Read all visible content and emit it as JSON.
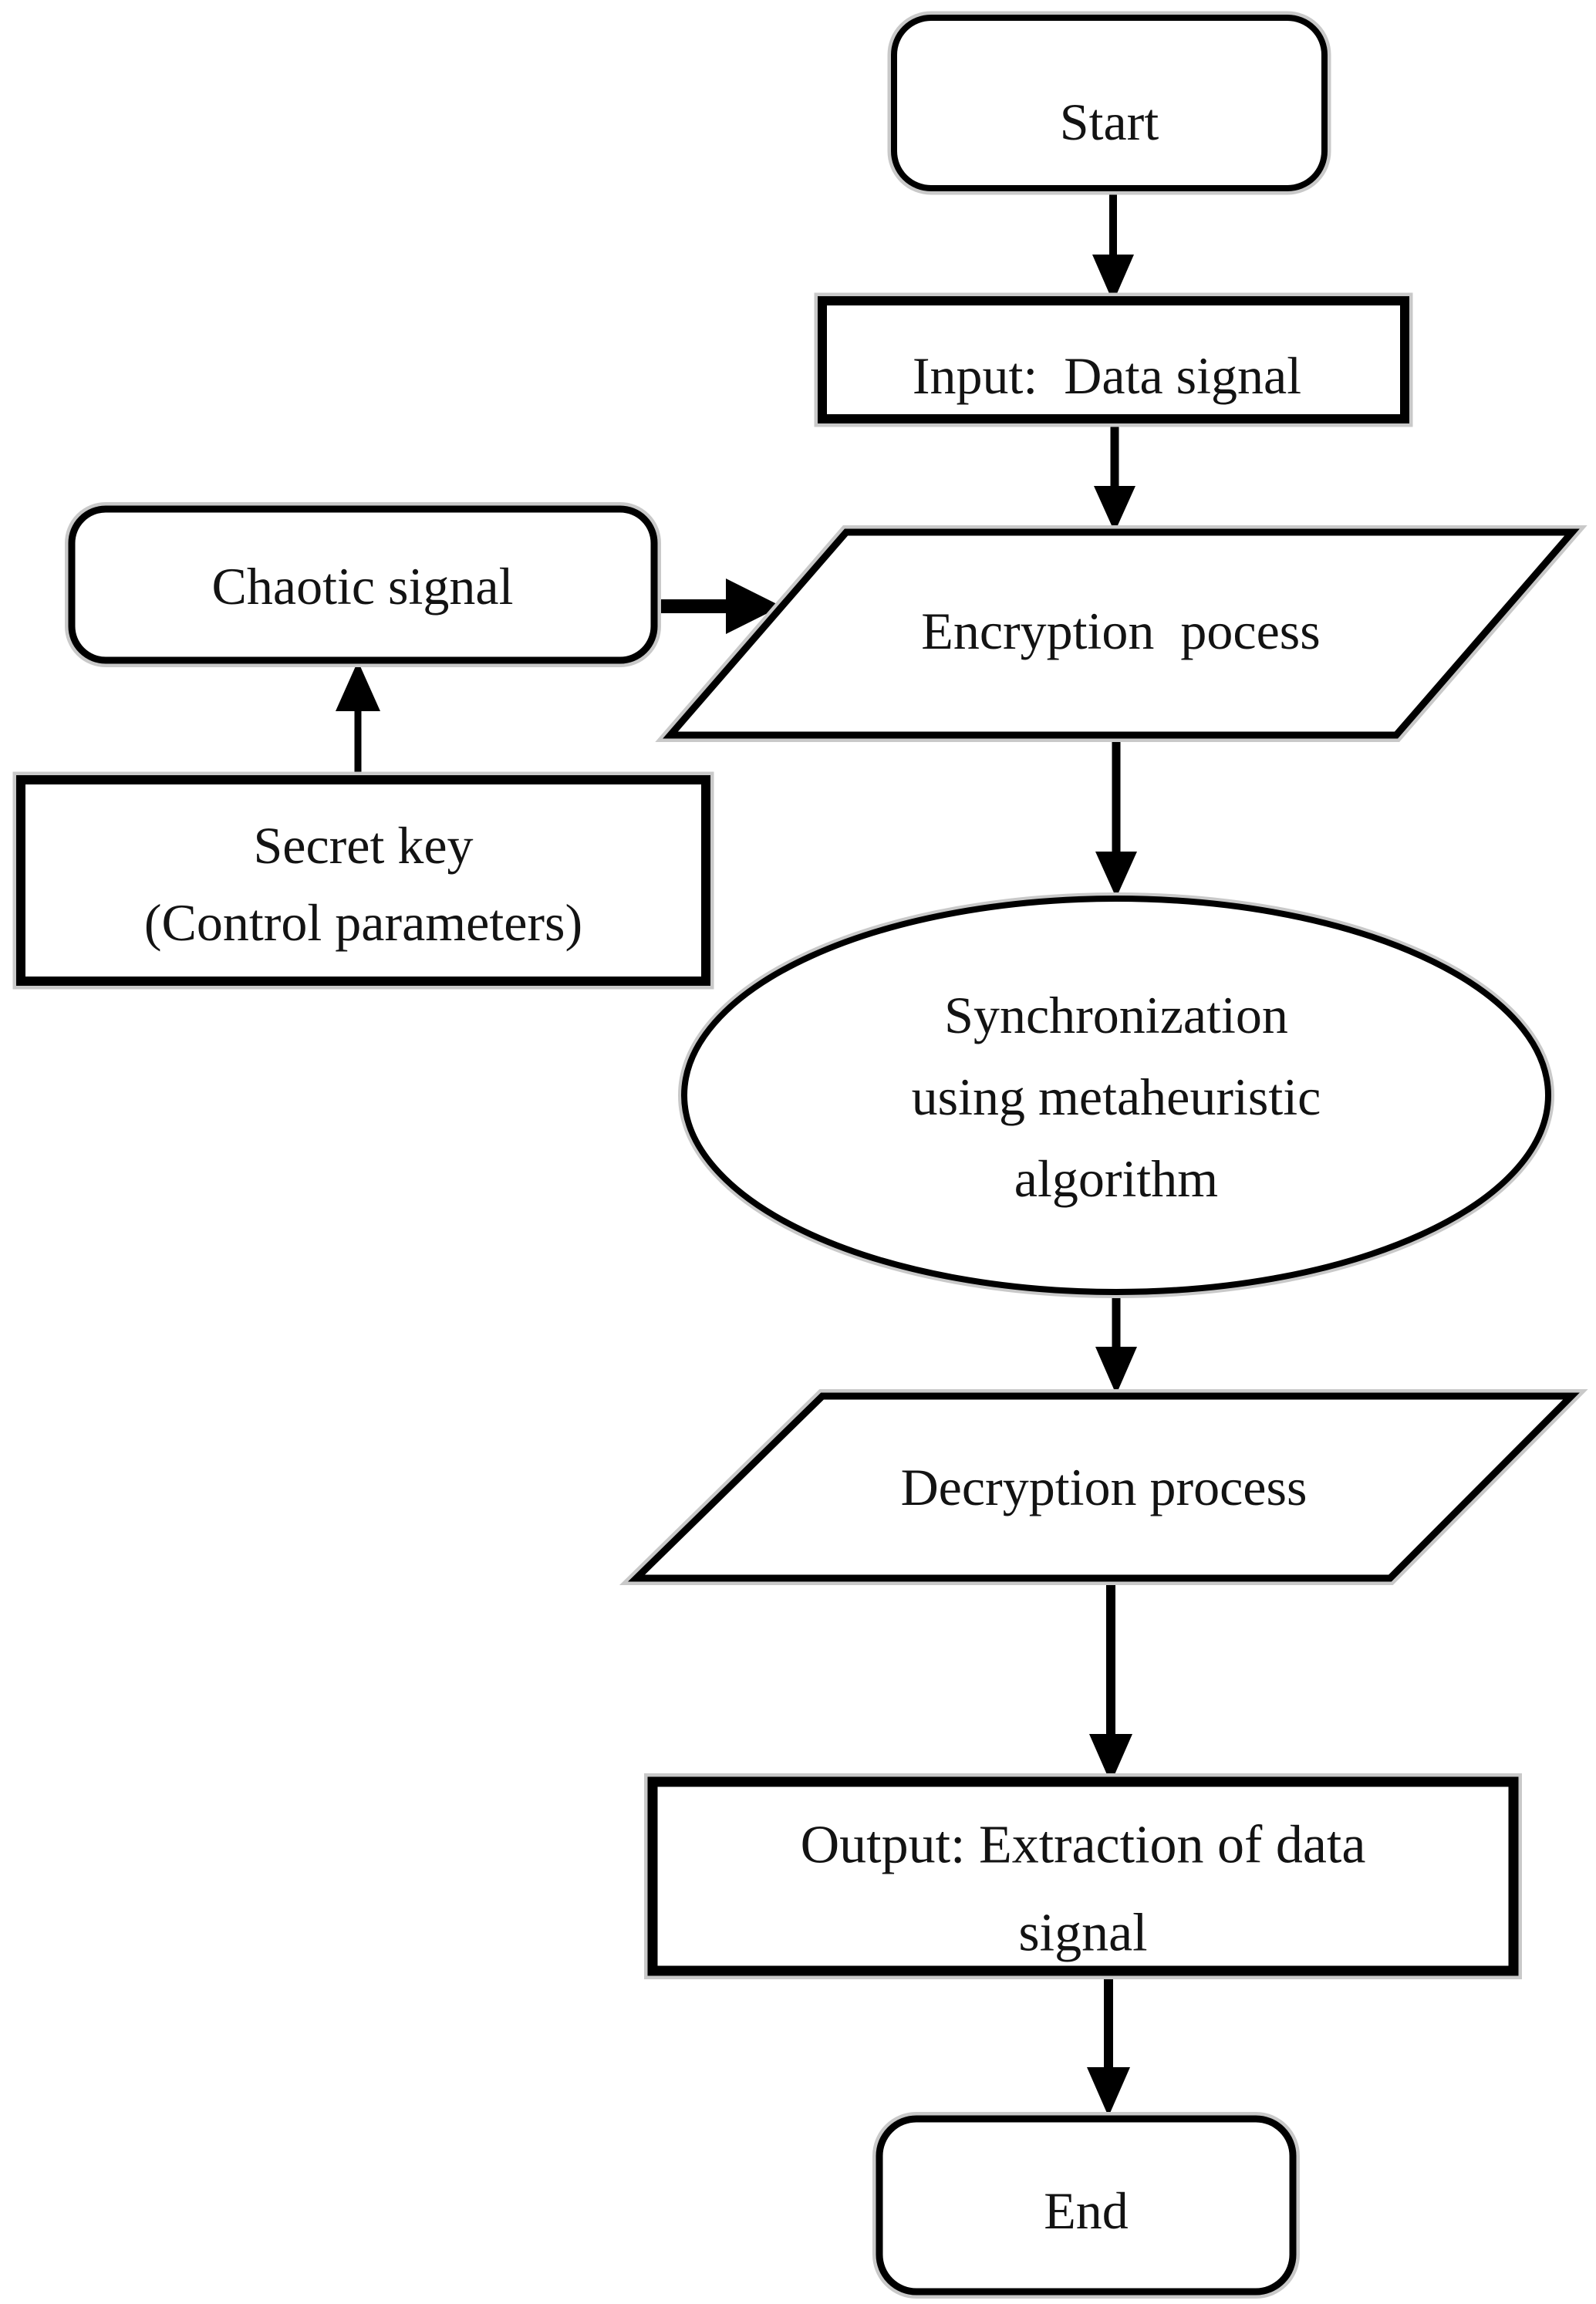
{
  "figure": {
    "type": "flowchart",
    "background": "#ffffff",
    "line_color": "#000000",
    "halo_color": "#c9c9c9",
    "text_color": "#131313"
  },
  "nodes": {
    "start": {
      "shape": "rounded-rect",
      "label": "Start"
    },
    "input": {
      "shape": "rect",
      "label": "Input:  Data signal"
    },
    "chaotic": {
      "shape": "rounded-rect",
      "label": "Chaotic signal"
    },
    "secret_key": {
      "shape": "rect",
      "lines": [
        "Secret key",
        "(Control parameters)"
      ]
    },
    "encryption": {
      "shape": "parallelogram",
      "label": "Encryption  pocess"
    },
    "synchronization": {
      "shape": "ellipse",
      "lines": [
        "Synchronization",
        "using metaheuristic",
        "algorithm"
      ]
    },
    "decryption": {
      "shape": "parallelogram",
      "label": "Decryption process"
    },
    "output": {
      "shape": "rect",
      "lines": [
        "Output: Extraction of data",
        "signal"
      ]
    },
    "end": {
      "shape": "rounded-rect",
      "label": "End"
    }
  },
  "edges": [
    {
      "from": "start",
      "to": "input"
    },
    {
      "from": "input",
      "to": "encryption"
    },
    {
      "from": "chaotic",
      "to": "encryption"
    },
    {
      "from": "secret_key",
      "to": "chaotic"
    },
    {
      "from": "encryption",
      "to": "synchronization"
    },
    {
      "from": "synchronization",
      "to": "decryption"
    },
    {
      "from": "decryption",
      "to": "output"
    },
    {
      "from": "output",
      "to": "end"
    }
  ]
}
